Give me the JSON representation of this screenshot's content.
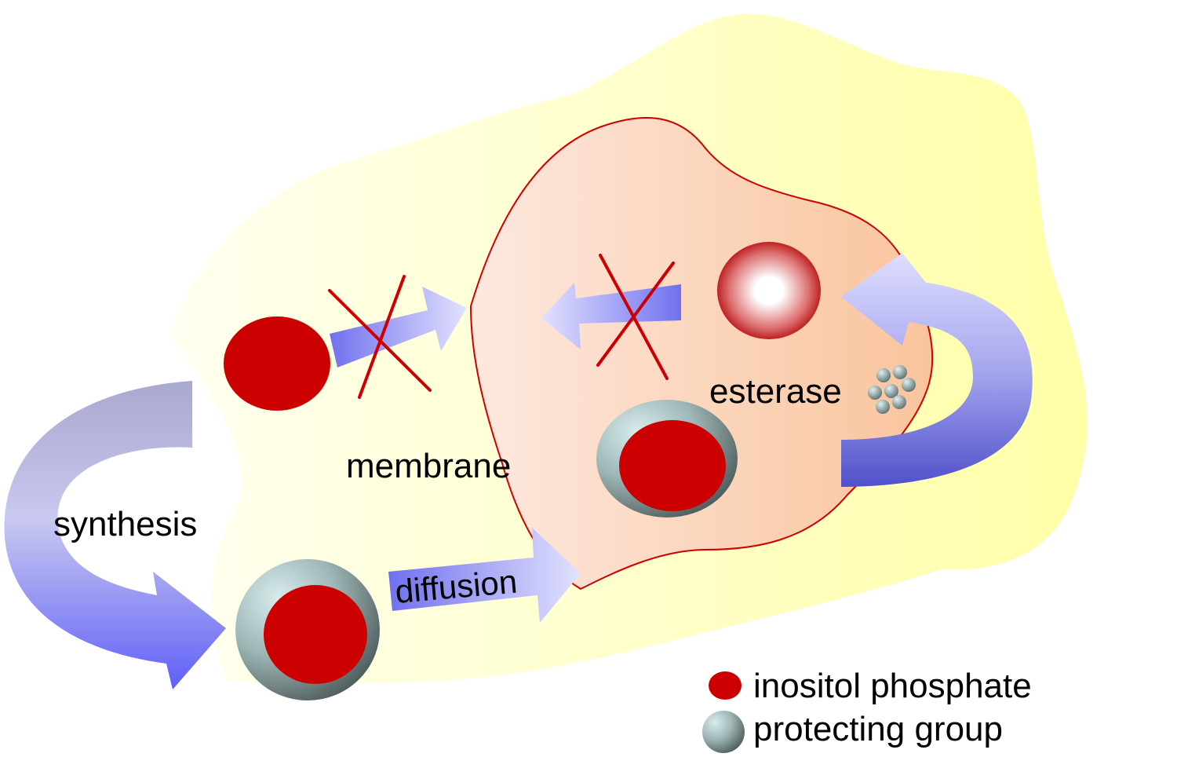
{
  "labels": {
    "synthesis": "synthesis",
    "membrane": "membrane",
    "diffusion": "diffusion",
    "esterase": "esterase"
  },
  "legend": {
    "items": [
      {
        "label": "inositol phosphate",
        "icon": "red-disc-icon"
      },
      {
        "label": "protecting group",
        "icon": "grey-sphere-icon"
      }
    ]
  },
  "colors": {
    "background_blob": "#ffffb0",
    "cell": "#f9c6a0",
    "cell_outline": "#d00000",
    "inositol": "#cc0000",
    "arrow": "#6f6ff5",
    "cross": "#cc0000"
  }
}
